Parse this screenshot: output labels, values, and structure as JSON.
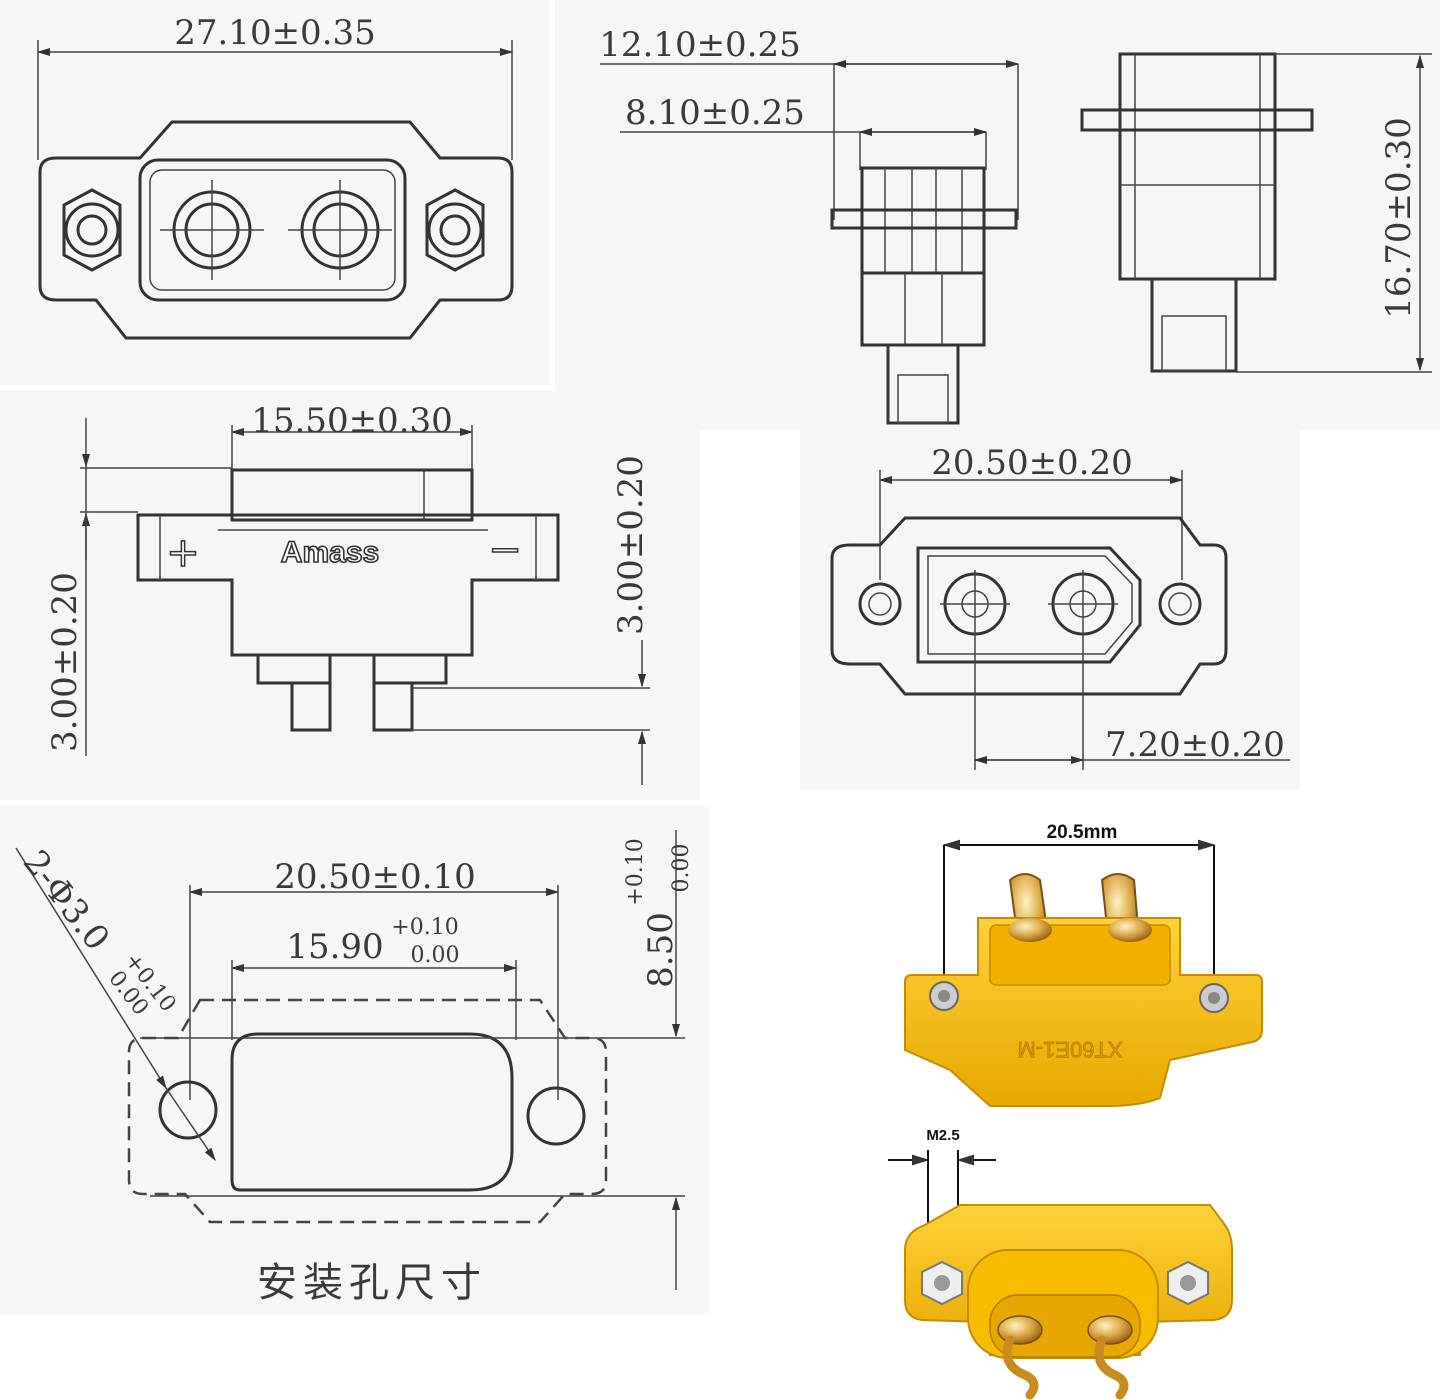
{
  "views": {
    "front": {
      "width_dim": "27.10±0.35"
    },
    "side": {
      "outer_dim": "12.10±0.25",
      "inner_dim": "8.10±0.25"
    },
    "side_right": {
      "height_dim": "16.70±0.30"
    },
    "top": {
      "width_dim": "15.50±0.30",
      "left_dim": "3.00±0.20",
      "right_dim": "3.00±0.20",
      "brand": "Amass",
      "plus": "+",
      "minus": "−"
    },
    "rear": {
      "hole_pitch_dim": "20.50±0.20",
      "pin_pitch_dim": "7.20±0.20"
    },
    "cutout": {
      "outer_dim": "20.50±0.10",
      "inner_dim": "15.90",
      "inner_tol_upper": "+0.10",
      "inner_tol_lower": "0.00",
      "hole_dim": "2-Φ3.0",
      "hole_tol_upper": "+0.10",
      "hole_tol_lower": "0.00",
      "height_dim": "8.50",
      "height_tol_upper": "+0.10",
      "height_tol_lower": "0.00",
      "caption": "安装孔尺寸"
    }
  },
  "photos": {
    "top_photo": {
      "pitch_label": "20.5mm",
      "model_text": "XT60E1-M"
    },
    "bottom_photo": {
      "thread_label": "M2.5"
    }
  },
  "colors": {
    "line": "#333333",
    "connector_yellow": "#f5b800",
    "gold_pin": "#d9a441"
  }
}
